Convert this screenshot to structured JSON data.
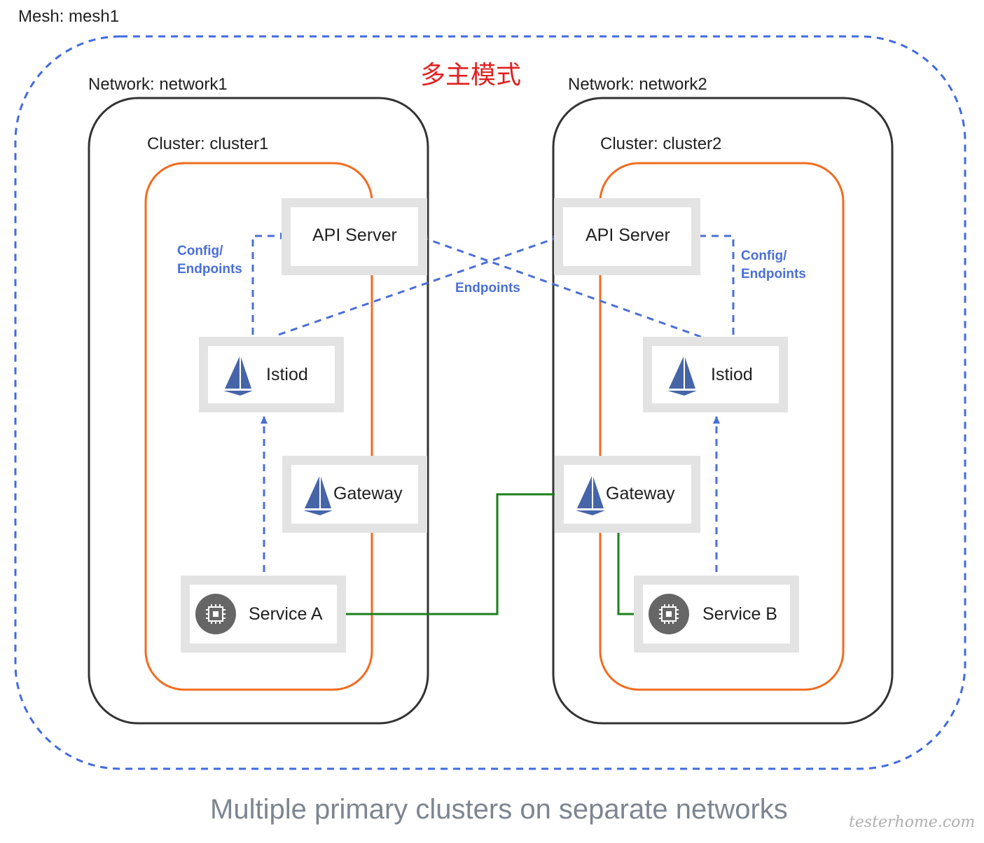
{
  "mesh": {
    "label": "Mesh: mesh1"
  },
  "title": "多主模式",
  "caption": "Multiple primary clusters on separate networks",
  "watermark": "testerhome.com",
  "networks": [
    {
      "label": "Network: network1",
      "cluster_label": "Cluster: cluster1"
    },
    {
      "label": "Network: network2",
      "cluster_label": "Cluster: cluster2"
    }
  ],
  "components": {
    "api_server_1": "API Server",
    "api_server_2": "API Server",
    "istiod_1": "Istiod",
    "istiod_2": "Istiod",
    "gateway_1": "Gateway",
    "gateway_2": "Gateway",
    "service_a": "Service A",
    "service_b": "Service B"
  },
  "edge_labels": {
    "config_endpoints_1_line1": "Config/",
    "config_endpoints_1_line2": "Endpoints",
    "config_endpoints_2_line1": "Config/",
    "config_endpoints_2_line2": "Endpoints",
    "endpoints_cross": "Endpoints"
  },
  "colors": {
    "mesh_border": "#4169e1",
    "network_border": "#333333",
    "cluster_border": "#f26b1d",
    "control_arrow": "#4a6fd6",
    "traffic_arrow": "#1a7f1a",
    "title": "#e02020",
    "caption": "#7d8590",
    "istio_sail": "#4665a8",
    "chip_icon": "#666666"
  },
  "icons": [
    "istio-sail-icon",
    "chip-icon"
  ]
}
